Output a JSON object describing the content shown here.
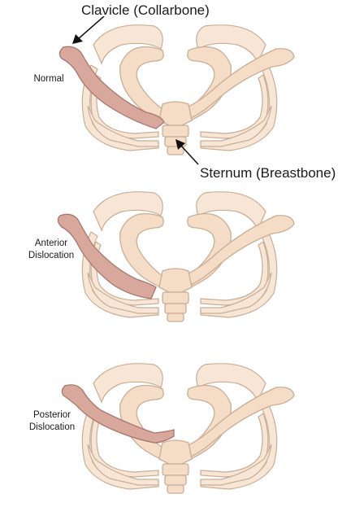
{
  "labels": {
    "clavicle": "Clavicle (Collarbone)",
    "sternum": "Sternum (Breastbone)"
  },
  "figures": [
    {
      "label_line1": "Normal",
      "label_line2": ""
    },
    {
      "label_line1": "Anterior",
      "label_line2": "Dislocation"
    },
    {
      "label_line1": "Posterior",
      "label_line2": "Dislocation"
    }
  ],
  "colors": {
    "bone": "#f4dcc7",
    "bone_outline": "#c9ad95",
    "clavicle_highlight": "#d9a89c"
  }
}
